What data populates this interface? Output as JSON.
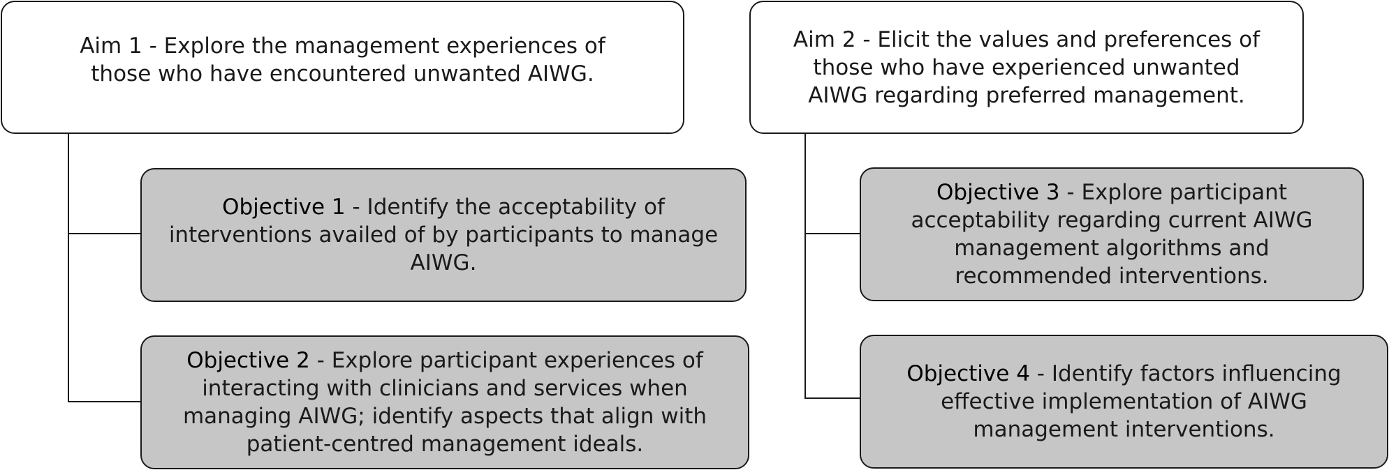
{
  "aims": [
    {
      "text": "Aim 1 - Explore the management experiences of those who have encountered unwanted AIWG.",
      "objectives": [
        {
          "label": "Objective 1",
          "text": " - Identify the acceptability of interventions availed of by participants to manage AIWG."
        },
        {
          "label": "Objective 2",
          "text": " - Explore participant experiences of interacting with clinicians and services when managing AIWG; identify aspects that align with patient-centred management ideals."
        }
      ]
    },
    {
      "text": "Aim 2 - Elicit the values and preferences of those who have experienced unwanted AIWG regarding preferred management.",
      "objectives": [
        {
          "label": "Objective 3",
          "text": " - Explore participant acceptability regarding current AIWG management algorithms and recommended interventions."
        },
        {
          "label": "Objective 4",
          "text": " - Identify factors influencing effective implementation of AIWG management interventions."
        }
      ]
    }
  ]
}
